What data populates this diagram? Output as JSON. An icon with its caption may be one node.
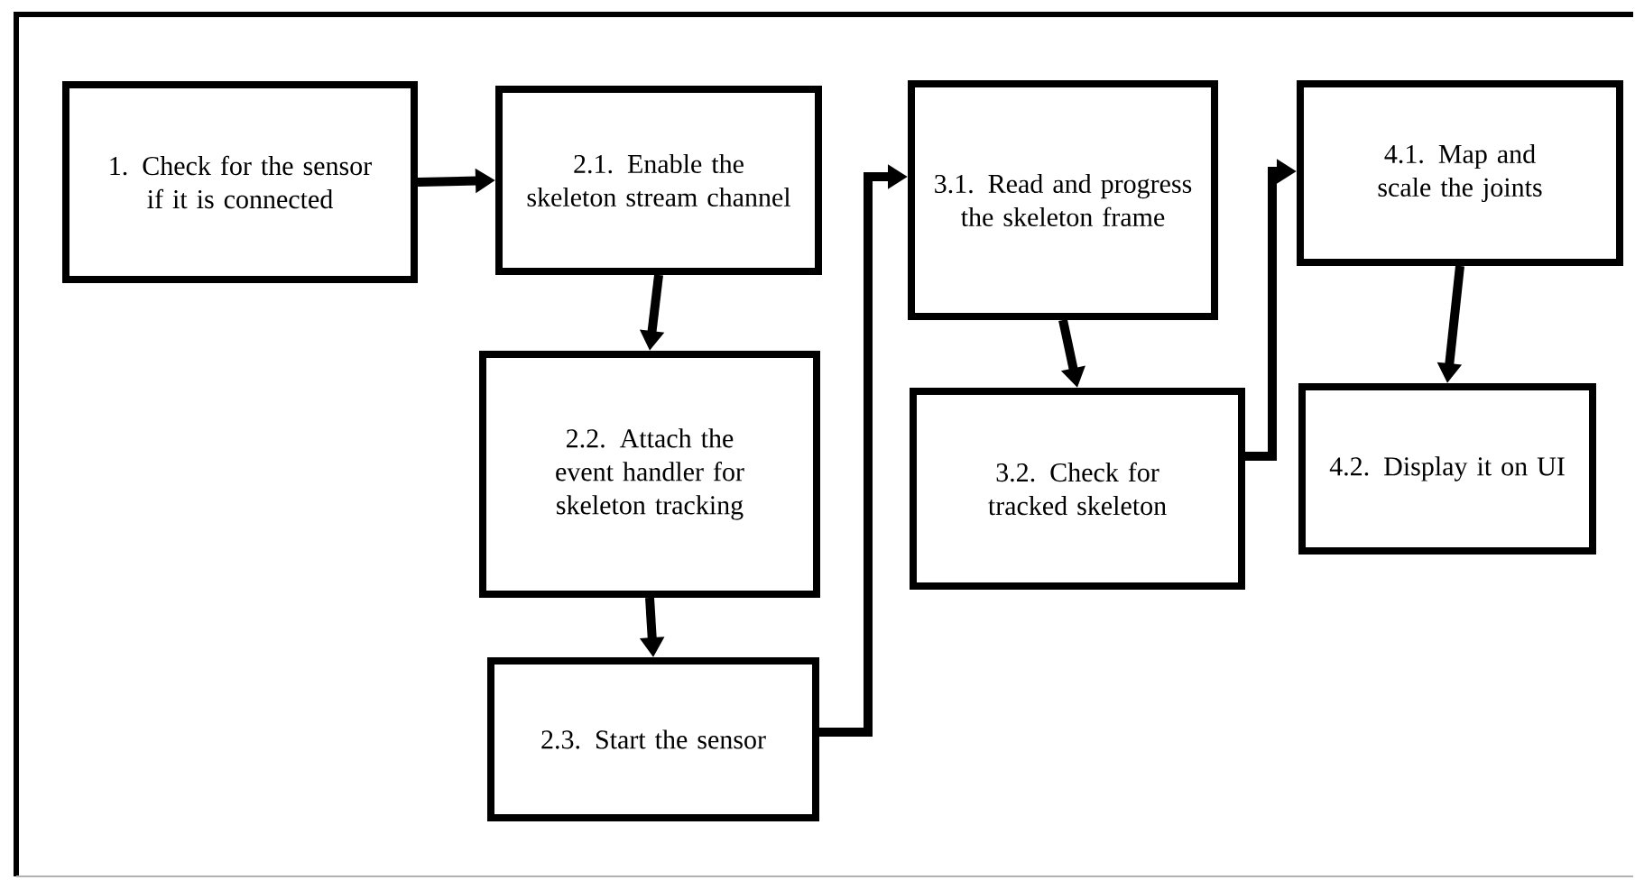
{
  "diagram": {
    "nodes": [
      {
        "text": [
          "1. Check for the sensor if it is connected"
        ]
      },
      {
        "text": [
          "2.1. Enable the skeleton stream channel"
        ]
      },
      {
        "text": [
          "2.2. Attach the event handler for skeleton tracking"
        ]
      },
      {
        "text": [
          "2.3. Start the sensor"
        ]
      },
      {
        "text": [
          "3.1. Read and progress the skeleton frame"
        ]
      },
      {
        "text": [
          "3.2. Check for tracked skeleton"
        ]
      },
      {
        "text": [
          "4.1. Map and scale the joints"
        ]
      },
      {
        "text": [
          "4.2. Display it on UI"
        ]
      }
    ],
    "edges": [
      {
        "from": 0,
        "to": 1,
        "arrow": "to"
      },
      {
        "from": 1,
        "to": 2,
        "arrow": "to"
      },
      {
        "from": 2,
        "to": 3,
        "arrow": "to"
      },
      {
        "from": 3,
        "to": 4,
        "arrow": "to"
      },
      {
        "from": 4,
        "to": 5,
        "arrow": "to"
      },
      {
        "from": 5,
        "to": 6,
        "arrow": "to"
      },
      {
        "from": 6,
        "to": 7,
        "arrow": "to"
      }
    ]
  }
}
